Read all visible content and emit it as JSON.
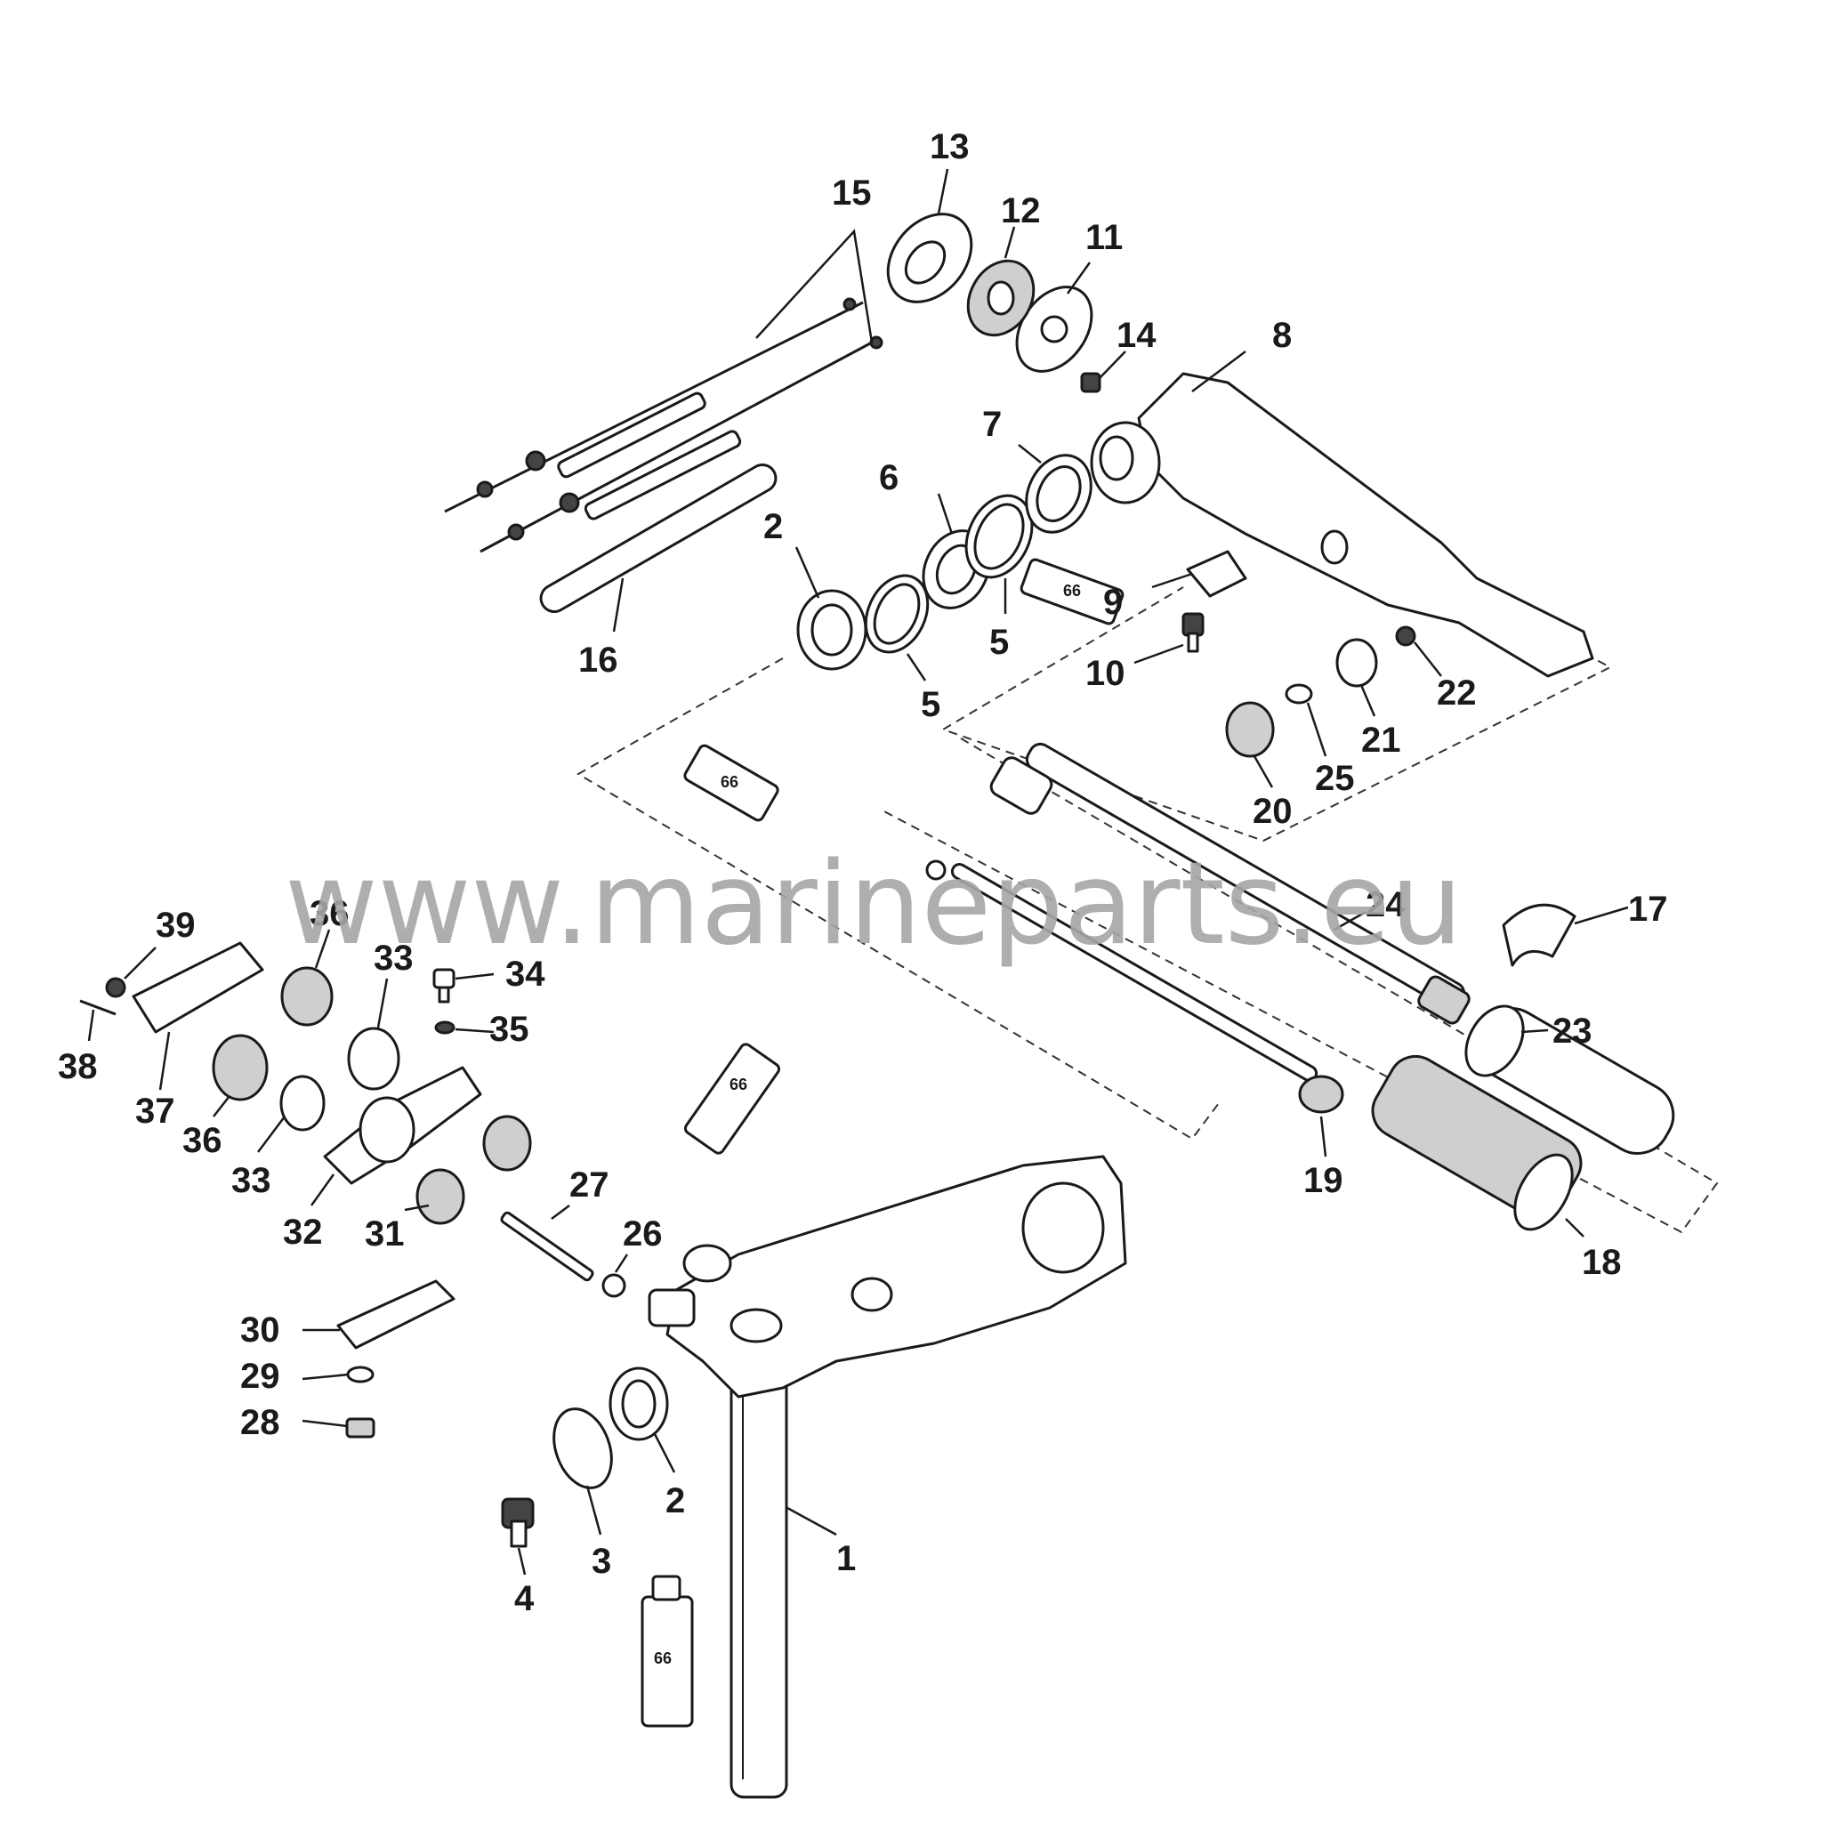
{
  "watermark": "www.marineparts.eu",
  "lubricant_code": "66",
  "callouts": [
    "1",
    "2",
    "2",
    "3",
    "4",
    "5",
    "5",
    "6",
    "7",
    "8",
    "9",
    "10",
    "11",
    "12",
    "13",
    "14",
    "15",
    "16",
    "17",
    "18",
    "19",
    "20",
    "21",
    "22",
    "23",
    "24",
    "25",
    "26",
    "27",
    "28",
    "29",
    "30",
    "31",
    "32",
    "33",
    "33",
    "34",
    "35",
    "36",
    "36",
    "37",
    "38",
    "39"
  ]
}
